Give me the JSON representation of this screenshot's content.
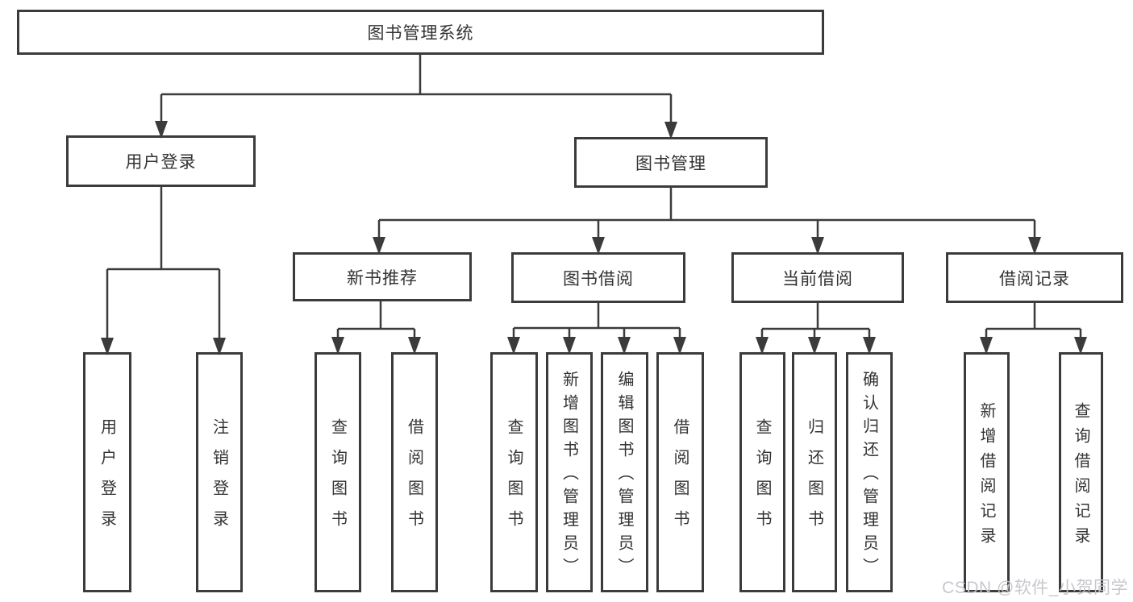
{
  "tree": {
    "label": "图书管理系统",
    "children": [
      {
        "label": "用户登录",
        "children": [
          {
            "label": "用户登录"
          },
          {
            "label": "注销登录"
          }
        ]
      },
      {
        "label": "图书管理",
        "children": [
          {
            "label": "新书推荐",
            "children": [
              {
                "label": "查询图书"
              },
              {
                "label": "借阅图书"
              }
            ]
          },
          {
            "label": "图书借阅",
            "children": [
              {
                "label": "查询图书"
              },
              {
                "label": "新增图书（管理员）"
              },
              {
                "label": "编辑图书（管理员）"
              },
              {
                "label": "借阅图书"
              }
            ]
          },
          {
            "label": "当前借阅",
            "children": [
              {
                "label": "查询图书"
              },
              {
                "label": "归还图书"
              },
              {
                "label": "确认归还（管理员）"
              }
            ]
          },
          {
            "label": "借阅记录",
            "children": [
              {
                "label": "新增借阅记录"
              },
              {
                "label": "查询借阅记录"
              }
            ]
          }
        ]
      }
    ]
  },
  "watermark": {
    "text": "CSDN @软件_小贺同学"
  },
  "colors": {
    "line": "#3b3b3b",
    "text": "#333333",
    "background": "#ffffff",
    "watermark": "#c4c4ca"
  }
}
